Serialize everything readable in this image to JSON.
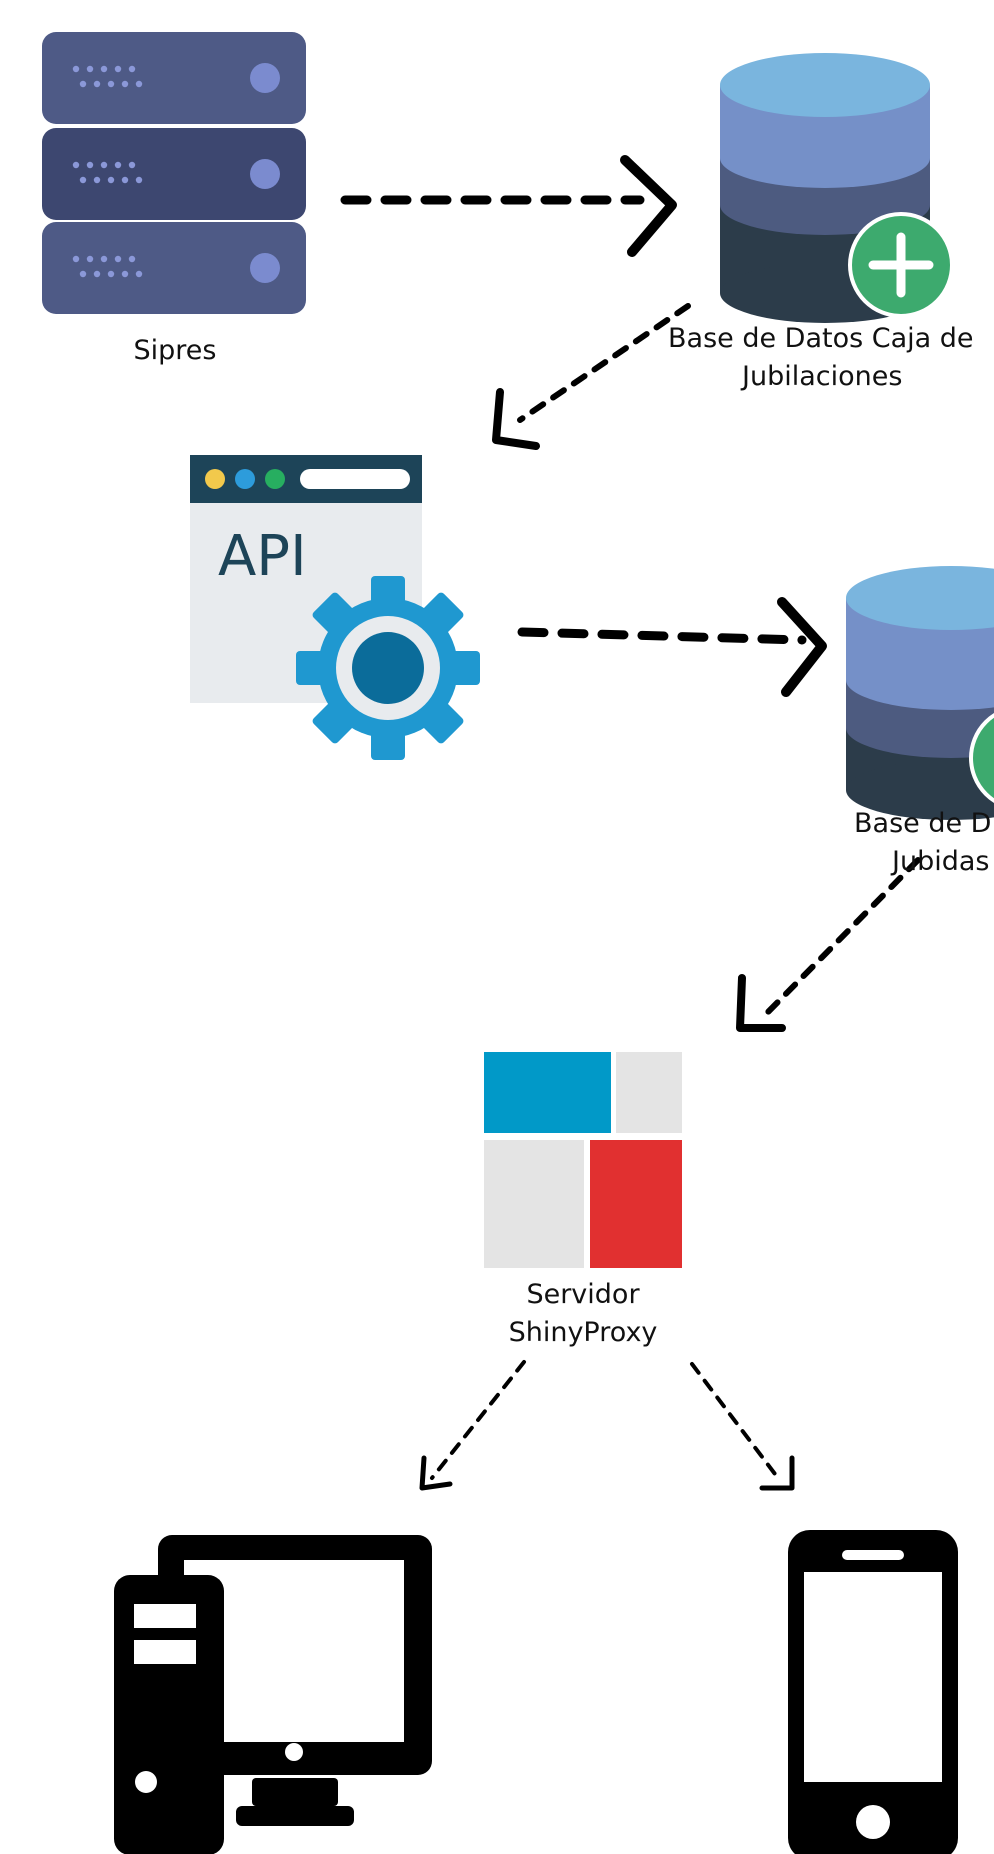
{
  "nodes": {
    "sipres": {
      "label": "Sipres",
      "icon": "server-rack-icon"
    },
    "db_caja": {
      "line1": "Base de Datos Caja de",
      "line2": "Jubilaciones",
      "icon": "database-icon",
      "badge": "plus-icon"
    },
    "api": {
      "text": "API",
      "icon": "api-window-gear-icon"
    },
    "db_jubidas": {
      "line1": "Base de D",
      "line2": "Jubidas",
      "icon": "database-icon",
      "badge": "plus-icon"
    },
    "shinyproxy": {
      "line1": "Servidor",
      "line2": "ShinyProxy",
      "icon": "shinyproxy-logo-icon"
    },
    "desktop": {
      "icon": "desktop-computer-icon"
    },
    "mobile": {
      "icon": "smartphone-icon"
    }
  },
  "colors": {
    "server_body": "#4e5a86",
    "server_dark": "#3d4770",
    "server_led": "#7b8bcf",
    "db_top": "#7ab5de",
    "db_band1": "#7590c8",
    "db_band2": "#4d5b80",
    "db_band3": "#2c3c4a",
    "plus_badge": "#3daa6e",
    "api_window": "#e8ebee",
    "api_bar": "#1d4458",
    "api_text": "#1d4458",
    "gear": "#1f98d0",
    "gear_center": "#0b6c9a",
    "logo_blue": "#0199c8",
    "logo_gray": "#e4e4e4",
    "logo_red": "#e13030",
    "device": "#000000"
  }
}
